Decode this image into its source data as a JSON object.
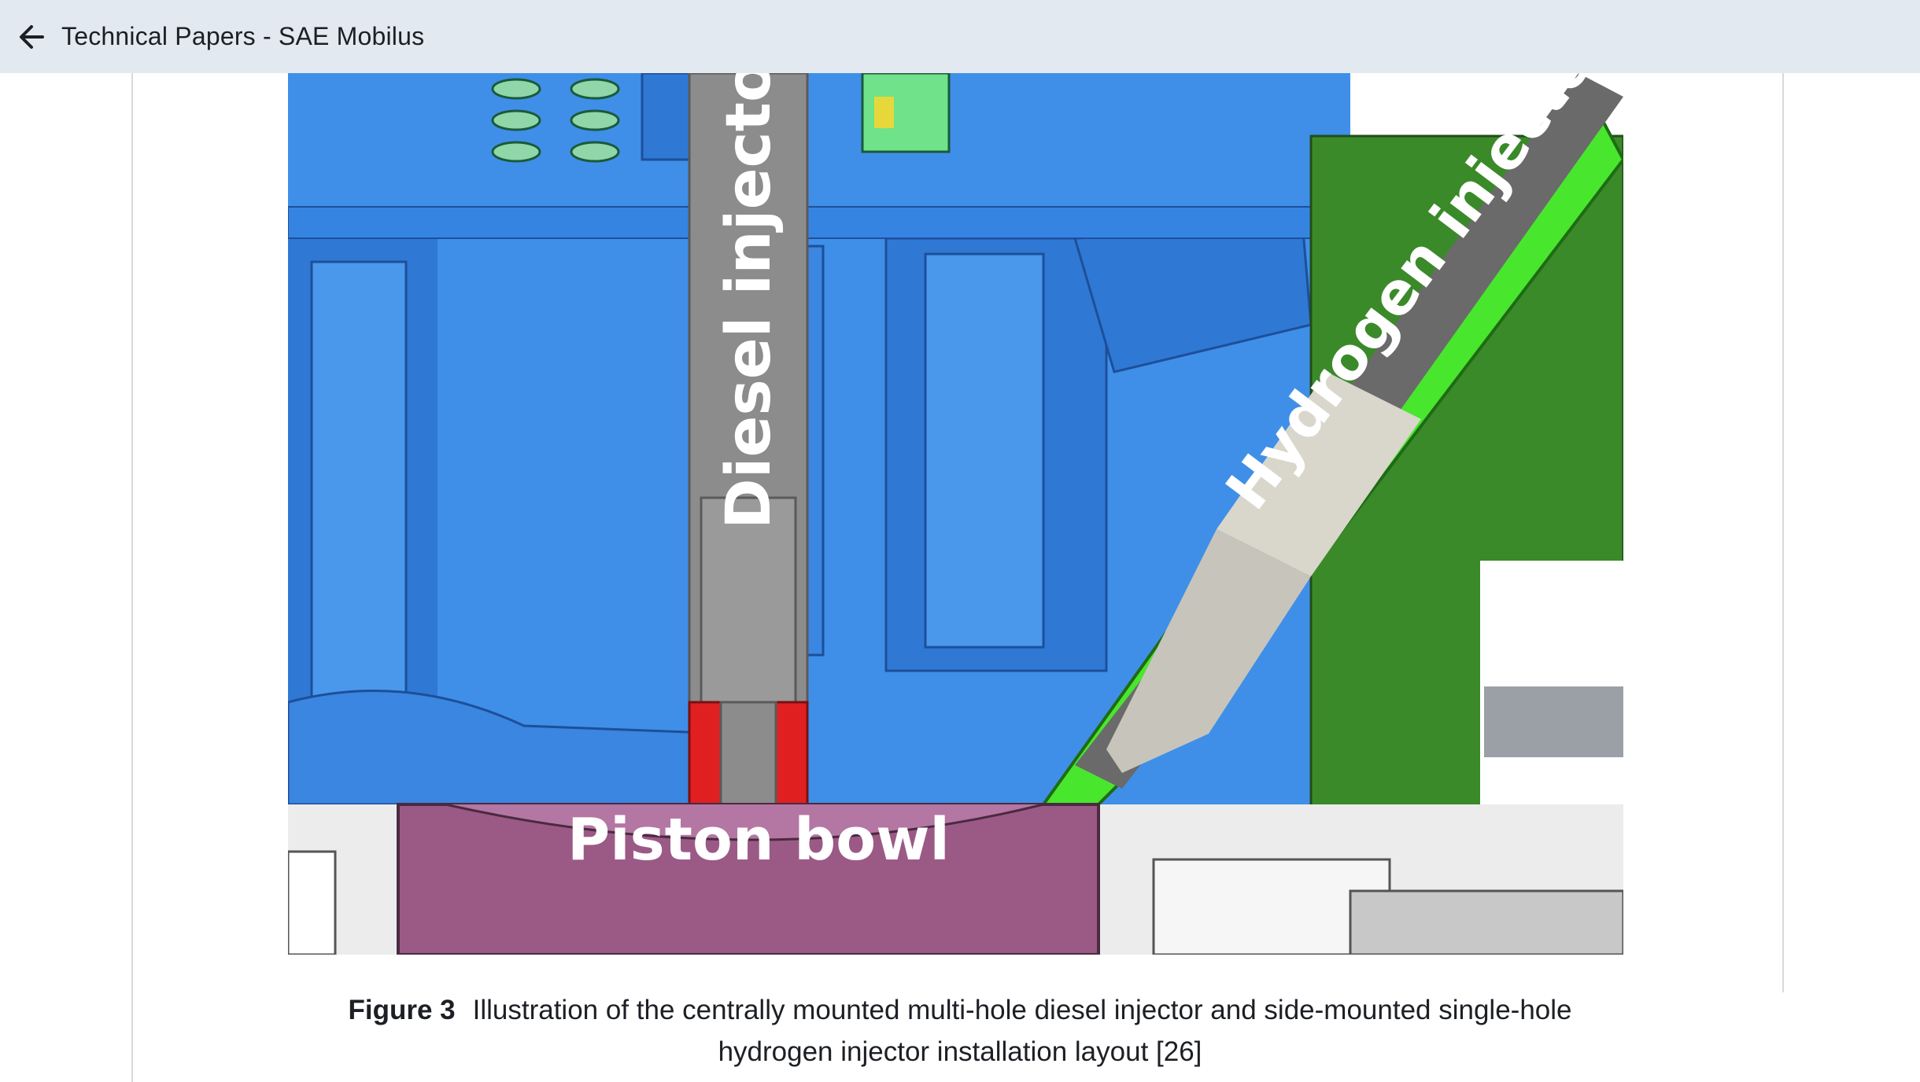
{
  "app": {
    "title": "Technical Papers - SAE Mobilus"
  },
  "icons": {
    "back": "arrow-left-icon"
  },
  "colors": {
    "topbar_bg": "#e3e9f1",
    "cylinder_head_blue": "#3f8fe8",
    "diesel_injector_grey": "#8c8c8c",
    "hydrogen_sleeve_green": "#49e62e",
    "head_green": "#3a8a2a",
    "piston_purple": "#9b5a86",
    "nozzle_red": "#e02020"
  },
  "figure": {
    "labels": {
      "diesel_injector": "Diesel injector",
      "hydrogen_injector": "Hydrogen injector",
      "piston_bowl": "Piston bowl"
    },
    "caption_number": "Figure 3",
    "caption_line1": "Illustration of the centrally mounted multi-hole diesel injector and side-mounted single-hole",
    "caption_line2": "hydrogen injector installation layout [26]"
  }
}
